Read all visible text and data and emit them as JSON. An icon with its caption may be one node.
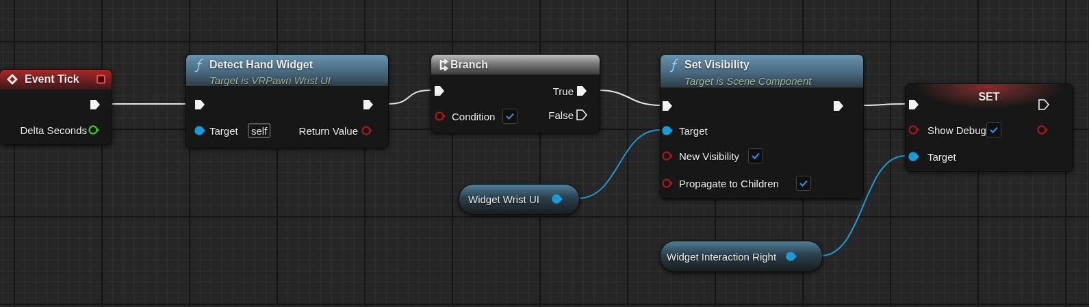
{
  "diagram": {
    "nodes": [
      {
        "text": [
          "Event Tick",
          "Delta Seconds"
        ]
      },
      {
        "text": [
          "Detect Hand Widget",
          "Target is VRPawn Wrist UI",
          "Target",
          "self",
          "Return Value"
        ]
      },
      {
        "text": [
          "Branch",
          "True",
          "Condition",
          "False"
        ]
      },
      {
        "text": [
          "Widget Wrist UI"
        ]
      },
      {
        "text": [
          "Set Visibility",
          "Target is Scene Component",
          "Target",
          "New Visibility",
          "Propagate to Children"
        ]
      },
      {
        "text": [
          "Widget Interaction Right"
        ]
      },
      {
        "text": [
          "SET",
          "Show Debug",
          "Target"
        ]
      }
    ],
    "edges": [
      {
        "from": 0,
        "to": 1,
        "arrow": "none"
      },
      {
        "from": 1,
        "to": 2,
        "arrow": "none"
      },
      {
        "from": 2,
        "to": 4,
        "arrow": "none"
      },
      {
        "from": 4,
        "to": 6,
        "arrow": "none"
      },
      {
        "from": 3,
        "to": 4,
        "arrow": "none",
        "color": "#1c9ad6"
      },
      {
        "from": 5,
        "to": 6,
        "arrow": "none",
        "color": "#1c9ad6"
      }
    ]
  }
}
